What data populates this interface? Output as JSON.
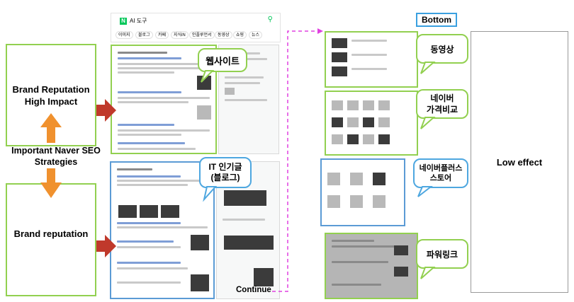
{
  "left": {
    "high_impact": "Brand Reputation High Impact",
    "strategies": "Important Naver SEO Strategies",
    "reputation": "Brand reputation"
  },
  "search": {
    "query": "AI 도구",
    "tabs": [
      "이미지",
      "블로그",
      "카페",
      "지식iN",
      "인플루언서",
      "동영상",
      "쇼핑",
      "뉴스"
    ]
  },
  "callouts": {
    "website": "웹사이트",
    "blog": "IT 인기글\n(블로그)",
    "video": "동영상",
    "shopping": "네이버\n가격비교",
    "store": "네이버플러스\n스토어",
    "powerlink": "파워링크"
  },
  "labels": {
    "bottom": "Bottom",
    "continue": "Continue",
    "low_effect": "Low effect"
  },
  "colors": {
    "green_border": "#92d050",
    "blue_border": "#5b9bd5",
    "arrow_red": "#c0392b",
    "arrow_orange": "#f0912e",
    "continue_dash": "#e040e0"
  }
}
